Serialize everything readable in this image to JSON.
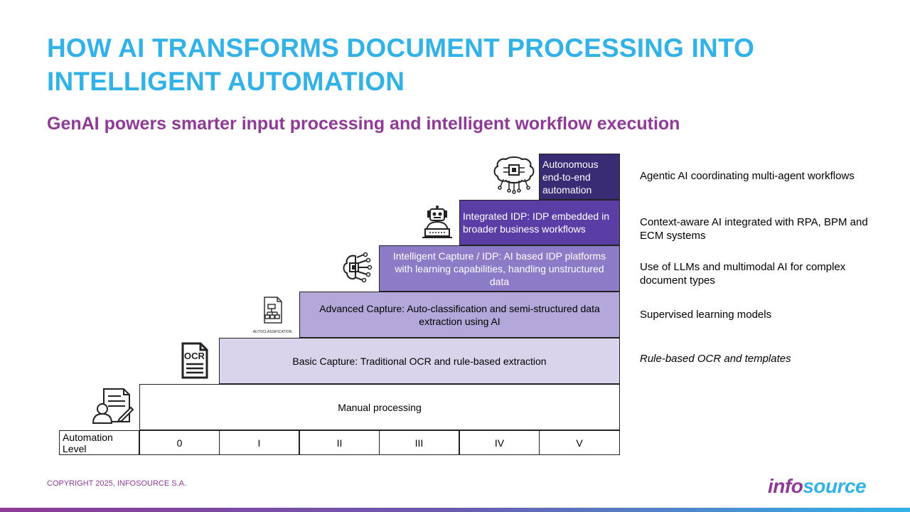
{
  "title": "HOW AI TRANSFORMS DOCUMENT PROCESSING INTO INTELLIGENT AUTOMATION",
  "subtitle": "GenAI powers smarter input processing and intelligent workflow execution",
  "steps": [
    {
      "label": "Manual processing"
    },
    {
      "label": "Basic Capture: Traditional OCR and rule-based extraction"
    },
    {
      "label": "Advanced Capture: Auto-classification and semi-structured data extraction using AI"
    },
    {
      "label": "Intelligent Capture / IDP: AI based IDP platforms with learning capabilities, handling unstructured data"
    },
    {
      "label": "Integrated IDP: IDP embedded in broader business workflows"
    },
    {
      "label": "Autonomous end-to-end automation"
    }
  ],
  "levels": {
    "header": "Automation Level",
    "values": [
      "0",
      "I",
      "II",
      "III",
      "IV",
      "V"
    ]
  },
  "descriptions": [
    "Agentic AI coordinating multi-agent workflows",
    "Context-aware AI integrated with RPA, BPM and ECM systems",
    "Use of LLMs and multimodal AI for complex document types",
    "Supervised learning models",
    "Rule-based OCR and templates"
  ],
  "icons": {
    "ocr_label": "OCR",
    "autoclass_label": "AUTOCLASSIFICATION",
    "names": [
      "manual-document-icon",
      "ocr-document-icon",
      "autoclassification-icon",
      "ai-brain-chip-icon",
      "robot-icon",
      "ai-brain-circuit-icon"
    ]
  },
  "footer": {
    "copyright": "COPYRIGHT 2025, INFOSOURCE S.A.",
    "logo_part1": "info",
    "logo_part2": "source"
  },
  "colors": {
    "title": "#33b2e7",
    "subtitle": "#8e3a96",
    "level0": "#ffffff",
    "level1": "#d9d4ec",
    "level2": "#b3a8d9",
    "level3": "#8c7bc6",
    "level4": "#5a3ea5",
    "level5": "#392b74"
  }
}
